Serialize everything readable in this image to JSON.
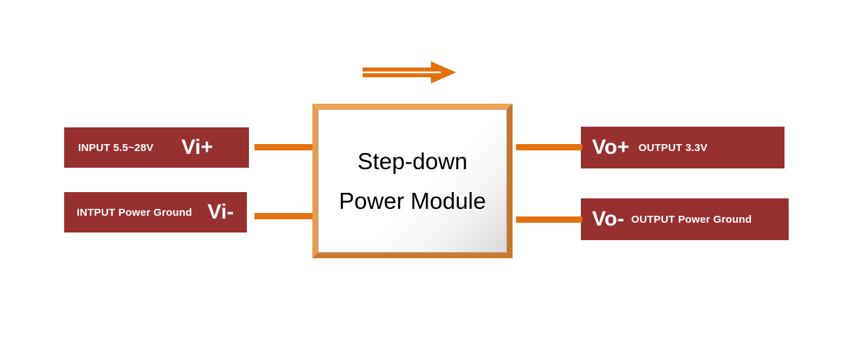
{
  "diagram": {
    "title": "Step-down Power Module block diagram",
    "colors": {
      "label_box": "#97312F",
      "connector_orange": "#E4700E",
      "frame_orange": "#EFA456",
      "frame_shadow": "#C5762C",
      "module_text": "#000000",
      "label_text": "#FFFFFF",
      "background": "#FFFFFF"
    },
    "module": {
      "title_line1": "Step-down",
      "title_line2": "Power Module"
    },
    "flow_arrow": {
      "direction": "left-to-right",
      "icon": "arrow-right-outline-icon"
    },
    "inputs": [
      {
        "id": "vi-plus",
        "description": "INPUT  5.5~28V",
        "pin": "Vi+",
        "connector": "connector-vi-plus"
      },
      {
        "id": "vi-minus",
        "description": "INTPUT Power Ground",
        "pin": "Vi-",
        "connector": "connector-vi-minus"
      }
    ],
    "outputs": [
      {
        "id": "vo-plus",
        "pin": "Vo+",
        "description": "OUTPUT  3.3V",
        "connector": "connector-vo-plus"
      },
      {
        "id": "vo-minus",
        "pin": "Vo-",
        "description": "OUTPUT Power Ground",
        "connector": "connector-vo-minus"
      }
    ]
  }
}
